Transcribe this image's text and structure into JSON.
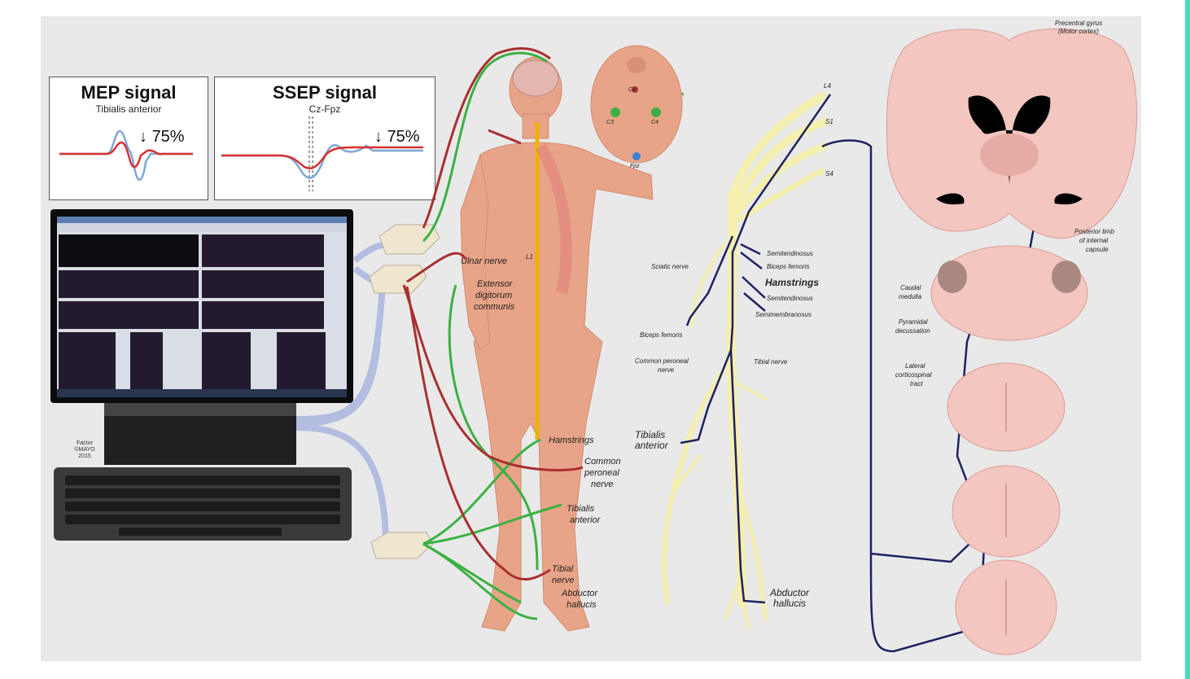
{
  "mep": {
    "title": "MEP signal",
    "subtitle": "Tibialis anterior",
    "percent": "75%"
  },
  "ssep": {
    "title": "SSEP signal",
    "subtitle": "Cz-Fpz",
    "percent": "75%"
  },
  "copyright": "Factor ©MAYO 2015",
  "colors": {
    "panel": "#e9e9ea",
    "mep_red": "#d83030",
    "ssep_blue": "#7ea6d8",
    "motor_green": "#3cb043",
    "sensory_red": "#a83030",
    "nerve_yellow": "#f5efb0",
    "tract_navy": "#1e2260",
    "skin": "#e8a488",
    "brain_pink": "#f3c6c0"
  },
  "body_labels": {
    "ulnar": "Ulnar nerve",
    "extensor": [
      "Extensor",
      "digitorum",
      "communis"
    ],
    "hamstrings": "Hamstrings",
    "common_peroneal": [
      "Common",
      "peroneal",
      "nerve"
    ],
    "tibialis_anterior": [
      "Tibialis",
      "anterior"
    ],
    "tibial_nerve": [
      "Tibial",
      "nerve"
    ],
    "abductor": [
      "Abductor",
      "hallucis"
    ],
    "l1": "L1"
  },
  "head_electrodes": {
    "c3": "C3",
    "c4": "C4",
    "cz": "Cz",
    "fpz": "Fpz"
  },
  "nerve_labels": {
    "l4": "L4",
    "s1": "S1",
    "s4": "S4",
    "semitendinosus_1": "Semitendinosus",
    "biceps_femoris_1": "Biceps femoris",
    "hamstrings": "Hamstrings",
    "semitendinosus_2": "Semitendinosus",
    "semimembranosus": "Semimembranosus",
    "sciatic": "Sciatic nerve",
    "biceps_femoris_2": "Biceps femoris",
    "common_peroneal": [
      "Common peroneal",
      "nerve"
    ],
    "tibial": "Tibial nerve",
    "tibialis_anterior": [
      "Tibialis",
      "anterior"
    ],
    "abductor": [
      "Abductor",
      "hallucis"
    ]
  },
  "brain_labels": {
    "precentral": [
      "Precentral gyrus",
      "(Motor cortex)"
    ],
    "posterior_limb": [
      "Posterior limb",
      "of internal",
      "capsule"
    ],
    "caudal_medulla": [
      "Caudal",
      "medulla"
    ],
    "pyramidal": [
      "Pyramidal",
      "decussation"
    ],
    "lateral_tract": [
      "Lateral",
      "corticospinal",
      "tract"
    ]
  },
  "icons": [
    "monitor-icon",
    "keyboard-icon",
    "amplifier-box-icon",
    "head-icon",
    "brain-section-icon",
    "spinal-cord-section-icon"
  ]
}
